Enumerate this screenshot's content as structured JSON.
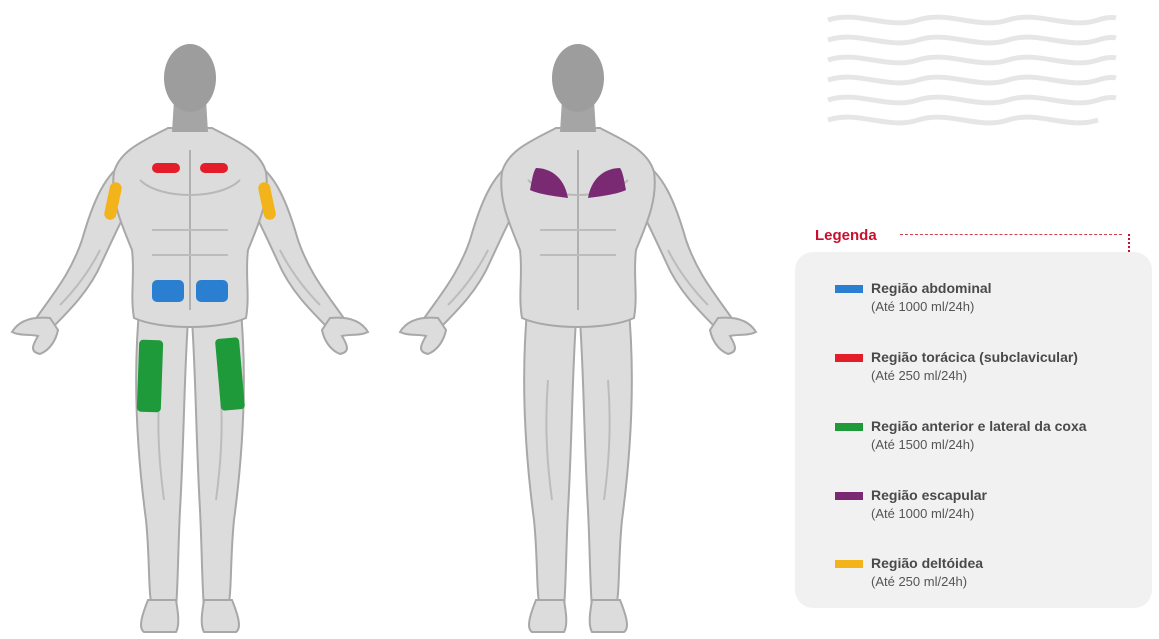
{
  "legend": {
    "title": "Legenda",
    "items": [
      {
        "name": "Região abdominal",
        "limit": "(Até 1000 ml/24h)",
        "color": "#2b7fd0"
      },
      {
        "name": "Região torácica (subclavicular)",
        "limit": "(Até 250 ml/24h)",
        "color": "#e31e2a"
      },
      {
        "name": "Região anterior e lateral da coxa",
        "limit": "(Até 1500 ml/24h)",
        "color": "#1f9a3a"
      },
      {
        "name": "Região escapular",
        "limit": "(Até 1000 ml/24h)",
        "color": "#7a2a73"
      },
      {
        "name": "Região deltóidea",
        "limit": "(Até 250 ml/24h)",
        "color": "#f2b31b"
      }
    ]
  },
  "colors": {
    "body_gray": "#dcdcdc",
    "body_outline": "#aaaaaa",
    "head_gray": "#9d9d9d",
    "legend_accent": "#c8102e",
    "legend_bg": "#f1f1f1"
  }
}
